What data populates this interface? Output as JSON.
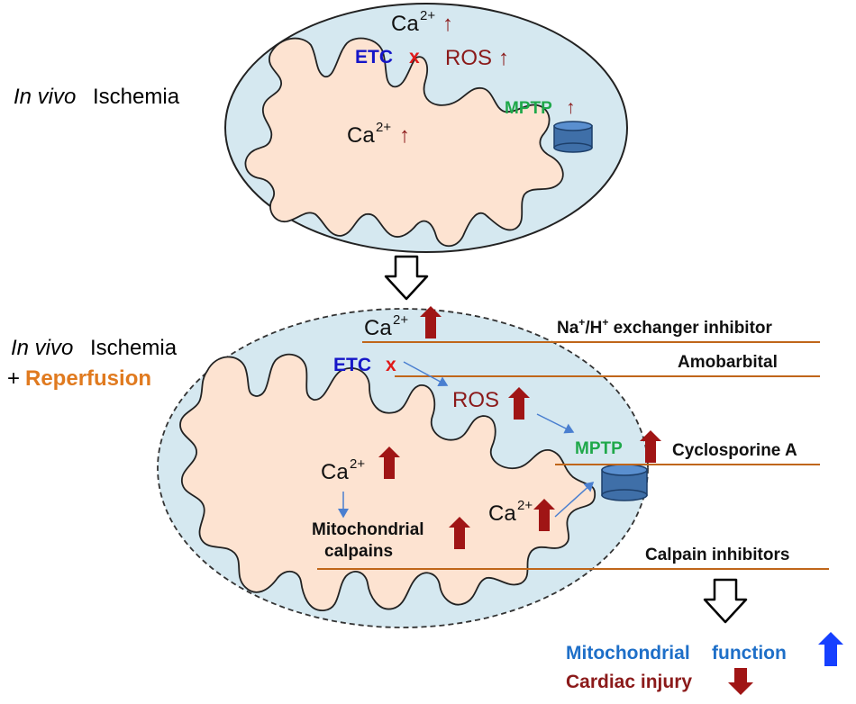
{
  "colors": {
    "matrix": "#fde3d1",
    "intermembrane": "#d5e8f0",
    "etc": "#1515c8",
    "red_x": "#e01a1a",
    "ros": "#8b1a1a",
    "mptp": "#1fa84a",
    "reperfusion": "#e07a1f",
    "inhibitor_line": "#c0661a",
    "up_arrow_dark": "#a01515",
    "function_blue": "#1e6fc8",
    "blue_arrow": "#1640ff",
    "signal_arrow": "#4a7fd0",
    "channel": "#3f6fa8"
  },
  "top_panel": {
    "title_italic": "In vivo",
    "title_rest": " Ischemia",
    "ca_sup": "2+",
    "ca_base": "Ca",
    "up_arrow": "↑",
    "etc": "ETC",
    "x_mark": "x",
    "ros": "ROS",
    "mptp": "MPTP"
  },
  "bottom_panel": {
    "title_italic": "In vivo",
    "title_rest": " Ischemia",
    "plus": "+ ",
    "reperfusion": "Reperfusion",
    "ca_base": "Ca",
    "ca_sup": "2+",
    "etc": "ETC",
    "x_mark": "x",
    "ros": "ROS",
    "mptp": "MPTP",
    "calpains_line1": "Mitochondrial",
    "calpains_line2": "calpains"
  },
  "inhibitors": {
    "nhe_na": "Na",
    "nhe_plus1": "+",
    "nhe_h": "/H",
    "nhe_plus2": "+",
    "nhe_rest": " exchanger inhibitor",
    "amobarbital": "Amobarbital",
    "cyclosporine": "Cyclosporine A",
    "calpain": "Calpain inhibitors"
  },
  "outcomes": {
    "function_word1": "Mitochondrial",
    "function_word2": "function",
    "injury": "Cardiac injury"
  },
  "icons": [
    "hollow-down-arrow-icon",
    "bold-up-arrow-icon",
    "bold-down-arrow-icon",
    "mptp-channel-icon"
  ]
}
